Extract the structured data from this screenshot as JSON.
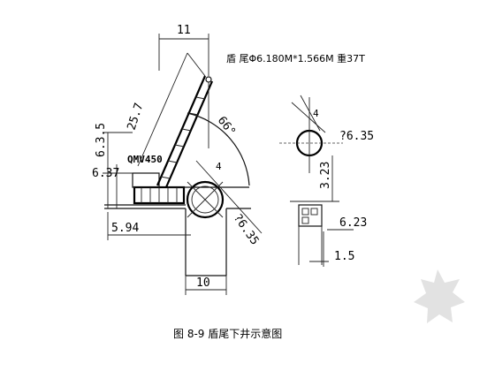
{
  "note": "盾 尾Φ6.180M*1.566M 重37T",
  "crane_label": "QMV450",
  "dimensions": {
    "top_width": "11",
    "boom_length": "25.7",
    "boom_angle": "66°",
    "left_height": "6.3.5",
    "left_offset": "6.37",
    "base_width": "5.94",
    "slant_diameter": "?6.35",
    "bottom_width": "10",
    "right_diameter": "?6.35",
    "right_height": "3.23",
    "right_small": "6.23",
    "right_bottom": "1.5",
    "angle_mark": "4"
  },
  "caption": "图 8-9  盾尾下井示意图",
  "colors": {
    "line": "#111111",
    "watermark": "#e2e2e2"
  }
}
